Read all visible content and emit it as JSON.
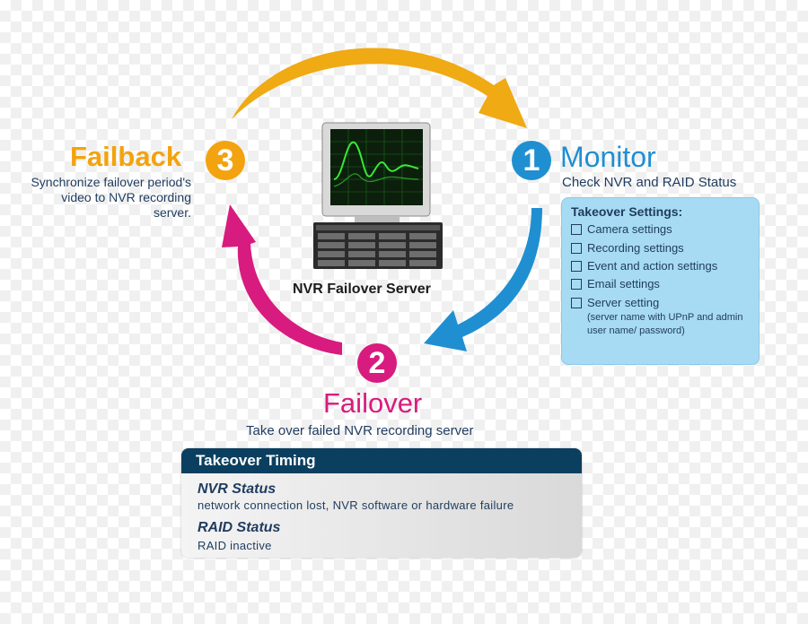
{
  "monitor": {
    "number": "1",
    "title": "Monitor",
    "subtitle": "Check NVR and RAID Status",
    "takeover_settings": {
      "heading": "Takeover Settings:",
      "items": [
        "Camera settings",
        "Recording settings",
        "Event and action settings",
        "Email settings",
        "Server setting"
      ],
      "server_note": "(server name with UPnP and admin user name/ password)"
    }
  },
  "failback": {
    "number": "3",
    "title": "Failback",
    "description": "Synchronize failover period's video to NVR recording server."
  },
  "failover": {
    "number": "2",
    "title": "Failover",
    "subtitle": "Take over failed NVR recording server"
  },
  "server": {
    "label": "NVR Failover Server"
  },
  "takeover_timing": {
    "header": "Takeover Timing",
    "nvr_status_title": "NVR Status",
    "nvr_status_text": "network connection lost, NVR software or hardware failure",
    "raid_status_title": "RAID Status",
    "raid_status_text": "RAID inactive"
  },
  "colors": {
    "monitor": "#1f8fd2",
    "failover": "#d81b7e",
    "failback": "#f2a30f",
    "timing_header": "#0b3f5f",
    "settings_box": "#a7dbf3",
    "text": "#1f3b5f"
  }
}
